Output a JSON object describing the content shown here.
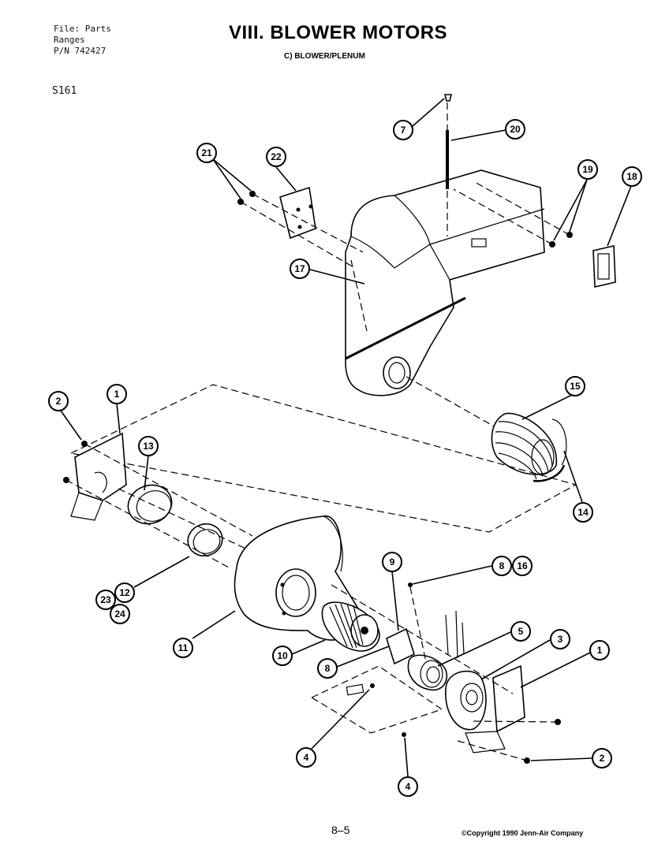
{
  "header": {
    "file_line": "File: Parts",
    "category_line": "Ranges",
    "pn_line": "P/N 742427",
    "model": "S161"
  },
  "title": "VIII. BLOWER MOTORS",
  "subtitle": "C) BLOWER/PLENUM",
  "footer": {
    "page_number": "8–5",
    "copyright": "©Copyright 1990 Jenn-Air Company"
  },
  "callouts": [
    {
      "id": "c-7",
      "label": "7"
    },
    {
      "id": "c-20",
      "label": "20"
    },
    {
      "id": "c-21",
      "label": "21"
    },
    {
      "id": "c-22",
      "label": "22"
    },
    {
      "id": "c-19",
      "label": "19"
    },
    {
      "id": "c-18",
      "label": "18"
    },
    {
      "id": "c-17",
      "label": "17"
    },
    {
      "id": "c-15",
      "label": "15"
    },
    {
      "id": "c-14",
      "label": "14"
    },
    {
      "id": "c-2a",
      "label": "2"
    },
    {
      "id": "c-1a",
      "label": "1"
    },
    {
      "id": "c-13",
      "label": "13"
    },
    {
      "id": "c-12",
      "label": "12"
    },
    {
      "id": "c-23",
      "label": "23"
    },
    {
      "id": "c-24",
      "label": "24"
    },
    {
      "id": "c-11",
      "label": "11"
    },
    {
      "id": "c-10",
      "label": "10"
    },
    {
      "id": "c-9",
      "label": "9"
    },
    {
      "id": "c-8a",
      "label": "8"
    },
    {
      "id": "c-16",
      "label": "16"
    },
    {
      "id": "c-8b",
      "label": "8"
    },
    {
      "id": "c-5",
      "label": "5"
    },
    {
      "id": "c-3",
      "label": "3"
    },
    {
      "id": "c-1b",
      "label": "1"
    },
    {
      "id": "c-4a",
      "label": "4"
    },
    {
      "id": "c-4b",
      "label": "4"
    },
    {
      "id": "c-2b",
      "label": "2"
    }
  ]
}
